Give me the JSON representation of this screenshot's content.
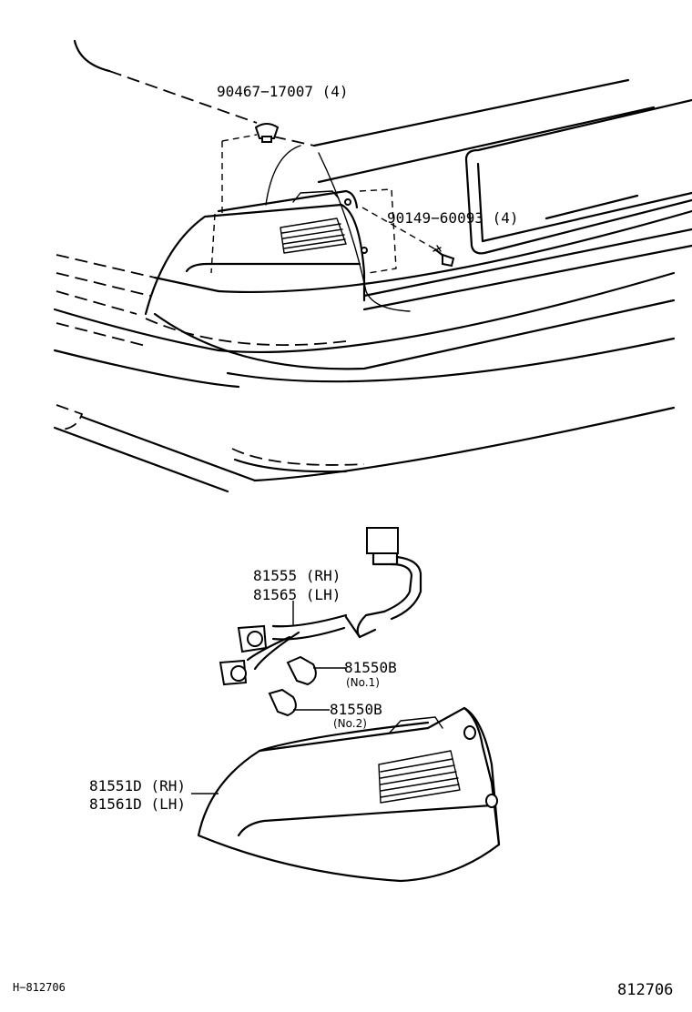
{
  "parts": [
    {
      "label": "90467−17007 (4)"
    },
    {
      "label": "90149−60093 (4)"
    },
    {
      "label_line1": "81555 (RH)",
      "label_line2": "81565 (LH)"
    },
    {
      "label": "81550B",
      "note": "(No.1)"
    },
    {
      "label": "81550B",
      "note": "(No.2)"
    },
    {
      "label_line1": "81551D (RH)",
      "label_line2": "81561D (LH)"
    }
  ],
  "footer": {
    "left_code": "H−812706",
    "right_code": "812706"
  }
}
